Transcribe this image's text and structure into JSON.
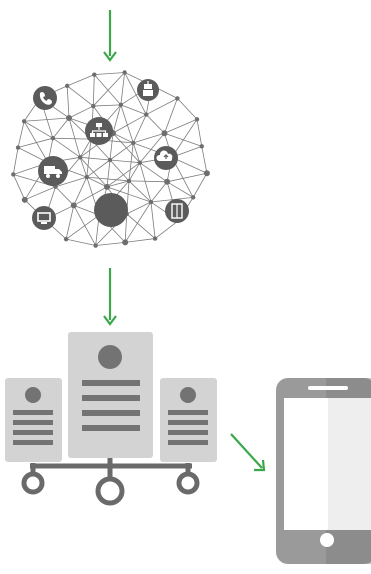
{
  "colors": {
    "arrow": "#3aa84a",
    "network_line": "#7c7c7c",
    "network_node": "#6e6e6e",
    "icon_circle": "#5b5b5b",
    "icon_glyph": "#ffffff",
    "server_body": "#d3d3d3",
    "server_detail": "#737373",
    "bus": "#6a6a6a",
    "phone_frame": "#9a9a9a",
    "phone_frame_shadow": "#7d7d7d",
    "phone_screen": "#ffffff",
    "phone_screen_shade": "#eeeeee"
  },
  "diagram": {
    "flow": [
      "arrow-in",
      "iot-network",
      "arrow-down",
      "server-cluster",
      "arrow-right",
      "mobile-device"
    ],
    "network_icons": [
      "phone-icon",
      "robot-icon",
      "sitemap-icon",
      "truck-icon",
      "cloud-upload-icon",
      "monitor-icon",
      "appliance-icon",
      "center-hub-icon"
    ],
    "servers": [
      "server-left",
      "server-center",
      "server-right"
    ],
    "bus_connectors": 3
  }
}
